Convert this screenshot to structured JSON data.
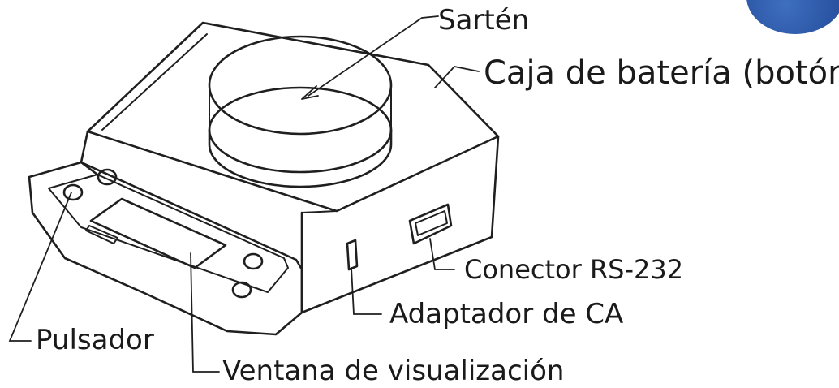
{
  "labels": {
    "pan": "Sartén",
    "battery_box": "Caja de batería (botón)",
    "rs232": "Conector RS-232",
    "ac_adapter": "Adaptador de CA",
    "button": "Pulsador",
    "display": "Ventana de visualización"
  },
  "colors": {
    "ink": "#1f1f1f",
    "corner_accent": "#2c56a6"
  }
}
